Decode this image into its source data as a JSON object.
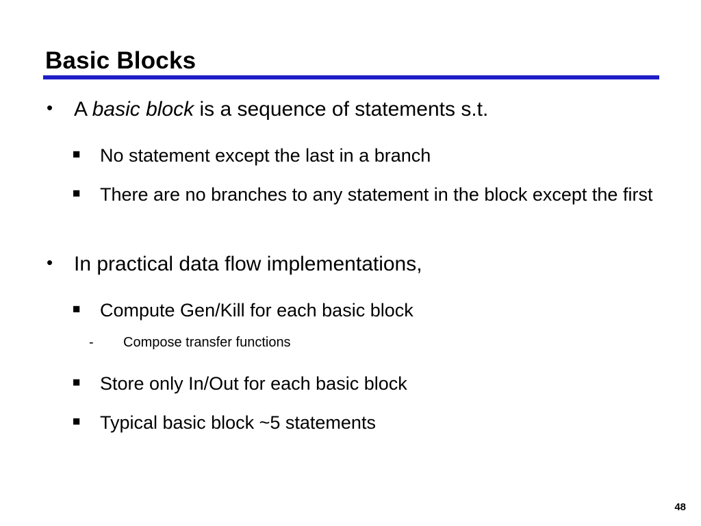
{
  "slide": {
    "title": "Basic Blocks",
    "page_number": "48",
    "accent_color": "#1e1ec8",
    "text_color": "#000000",
    "background_color": "#ffffff"
  },
  "markers": {
    "level1": "•",
    "level2": "■",
    "level3": "-"
  },
  "content": {
    "block1": {
      "heading_pre": "A ",
      "heading_em": "basic block",
      "heading_post": " is a sequence of statements s.t.",
      "sub1": "No statement except the last in a branch",
      "sub2": "There are no branches to any statement in the block except the first"
    },
    "block2": {
      "heading": "In practical data flow implementations,",
      "sub1": "Compute Gen/Kill for each basic block",
      "sub1_detail": "Compose transfer functions",
      "sub2": "Store only In/Out for each basic block",
      "sub3": "Typical basic block ~5 statements"
    }
  }
}
